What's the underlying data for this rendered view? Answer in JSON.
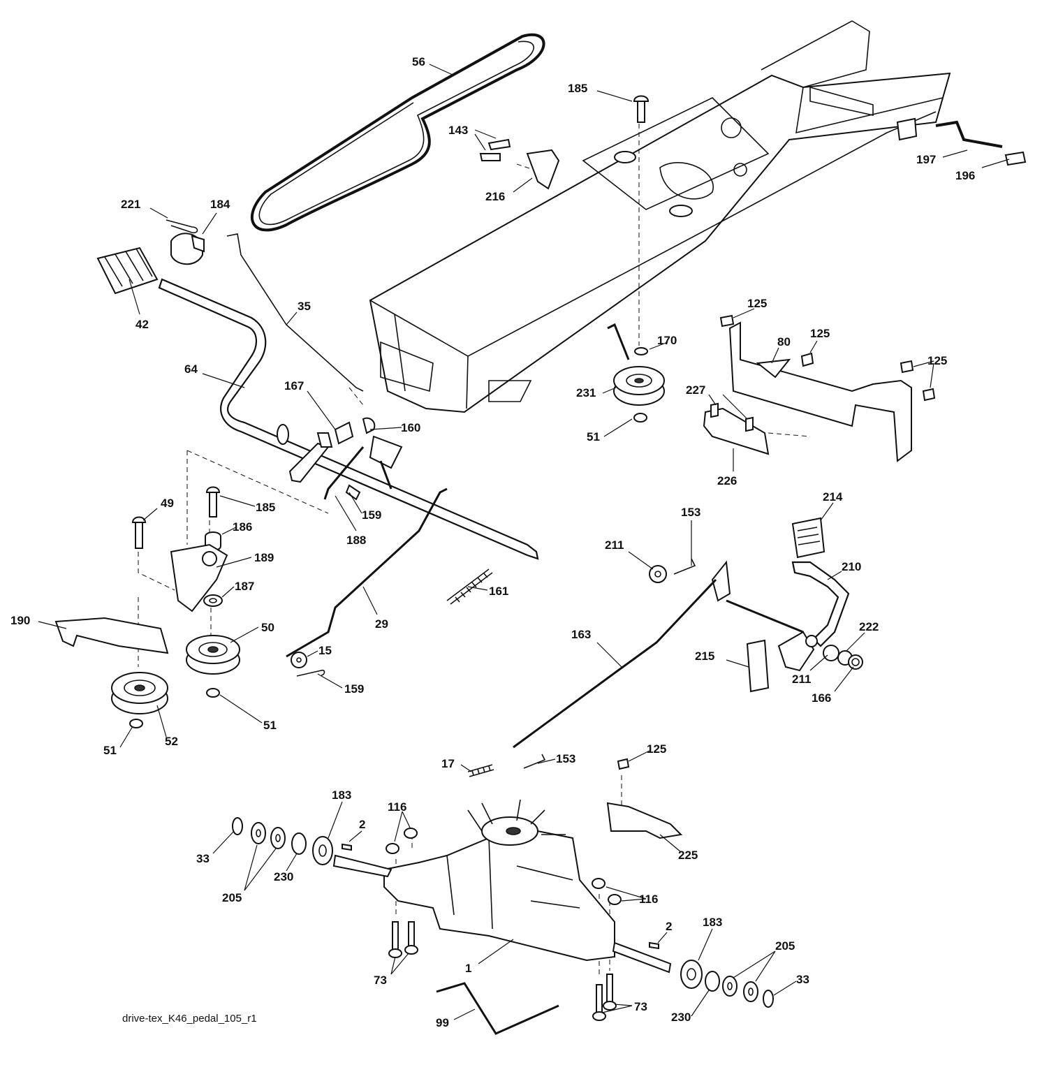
{
  "reference": "drive-tex_K46_pedal_105_r1",
  "callouts": {
    "c56": "56",
    "c185a": "185",
    "c143": "143",
    "c216": "216",
    "c197": "197",
    "c196": "196",
    "c221": "221",
    "c184": "184",
    "c42": "42",
    "c35": "35",
    "c64": "64",
    "c125a": "125",
    "c125b": "125",
    "c125c": "125",
    "c80": "80",
    "c170": "170",
    "c231": "231",
    "c227": "227",
    "c51a": "51",
    "c226": "226",
    "c167": "167",
    "c160": "160",
    "c49": "49",
    "c185b": "185",
    "c186": "186",
    "c159a": "159",
    "c188": "188",
    "c189": "189",
    "c187": "187",
    "c190": "190",
    "c50": "50",
    "c29": "29",
    "c161": "161",
    "c15": "15",
    "c159b": "159",
    "c51b": "51",
    "c51c": "51",
    "c52": "52",
    "c214": "214",
    "c153a": "153",
    "c211a": "211",
    "c210": "210",
    "c163": "163",
    "c215": "215",
    "c211b": "211",
    "c222": "222",
    "c166": "166",
    "c17": "17",
    "c153b": "153",
    "c125d": "125",
    "c183a": "183",
    "c116a": "116",
    "c2a": "2",
    "c33a": "33",
    "c205a": "205",
    "c230a": "230",
    "c225": "225",
    "c116b": "116",
    "c2b": "2",
    "c183b": "183",
    "c205b": "205",
    "c1": "1",
    "c73a": "73",
    "c33b": "33",
    "c230b": "230",
    "c73b": "73",
    "c99": "99"
  }
}
